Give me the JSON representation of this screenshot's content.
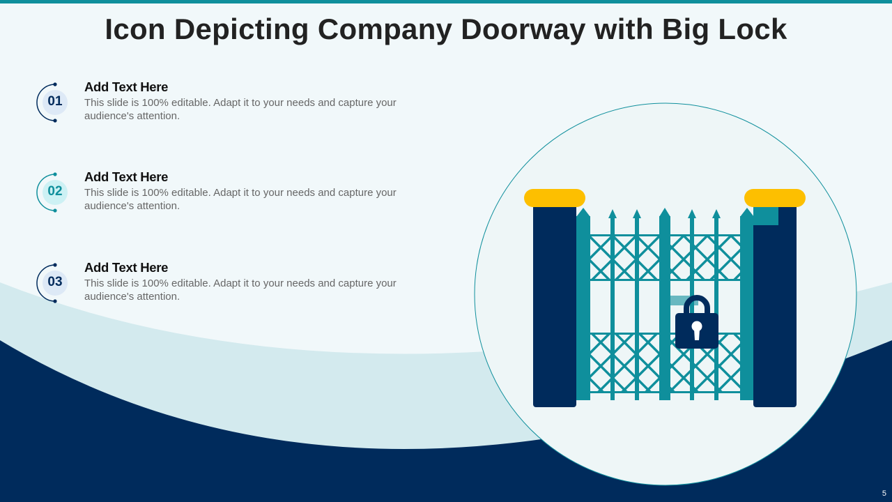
{
  "slide": {
    "title": "Icon Depicting Company Doorway with Big Lock",
    "page_number": "5"
  },
  "items": [
    {
      "number": "01",
      "heading": "Add Text Here",
      "description": "This slide is 100% editable. Adapt it to your needs and capture your audience's attention."
    },
    {
      "number": "02",
      "heading": "Add Text Here",
      "description": "This slide is 100% editable. Adapt it to your needs and capture your audience's attention."
    },
    {
      "number": "03",
      "heading": "Add Text Here",
      "description": "This slide is 100% editable. Adapt it to your needs and capture your audience's attention."
    }
  ],
  "icons": {
    "illustration": "gate-with-padlock-icon"
  },
  "colors": {
    "navy": "#002b5c",
    "teal": "#0f8f9c",
    "light_teal": "#d3eaee",
    "background": "#f1f8fa",
    "gold": "#fdbf00"
  }
}
